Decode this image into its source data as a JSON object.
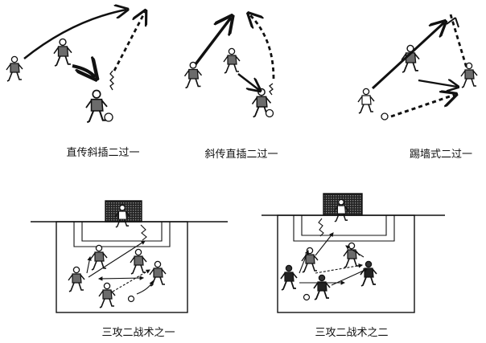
{
  "captions": {
    "direct_pass_diagonal_run": "直传斜插二过一",
    "diagonal_pass_straight_run": "斜传直插二过一",
    "wall_pass": "踢墙式二过一",
    "three_attack_tactic_one": "三攻二战术之一",
    "three_attack_tactic_two": "三攻二战术之二"
  }
}
